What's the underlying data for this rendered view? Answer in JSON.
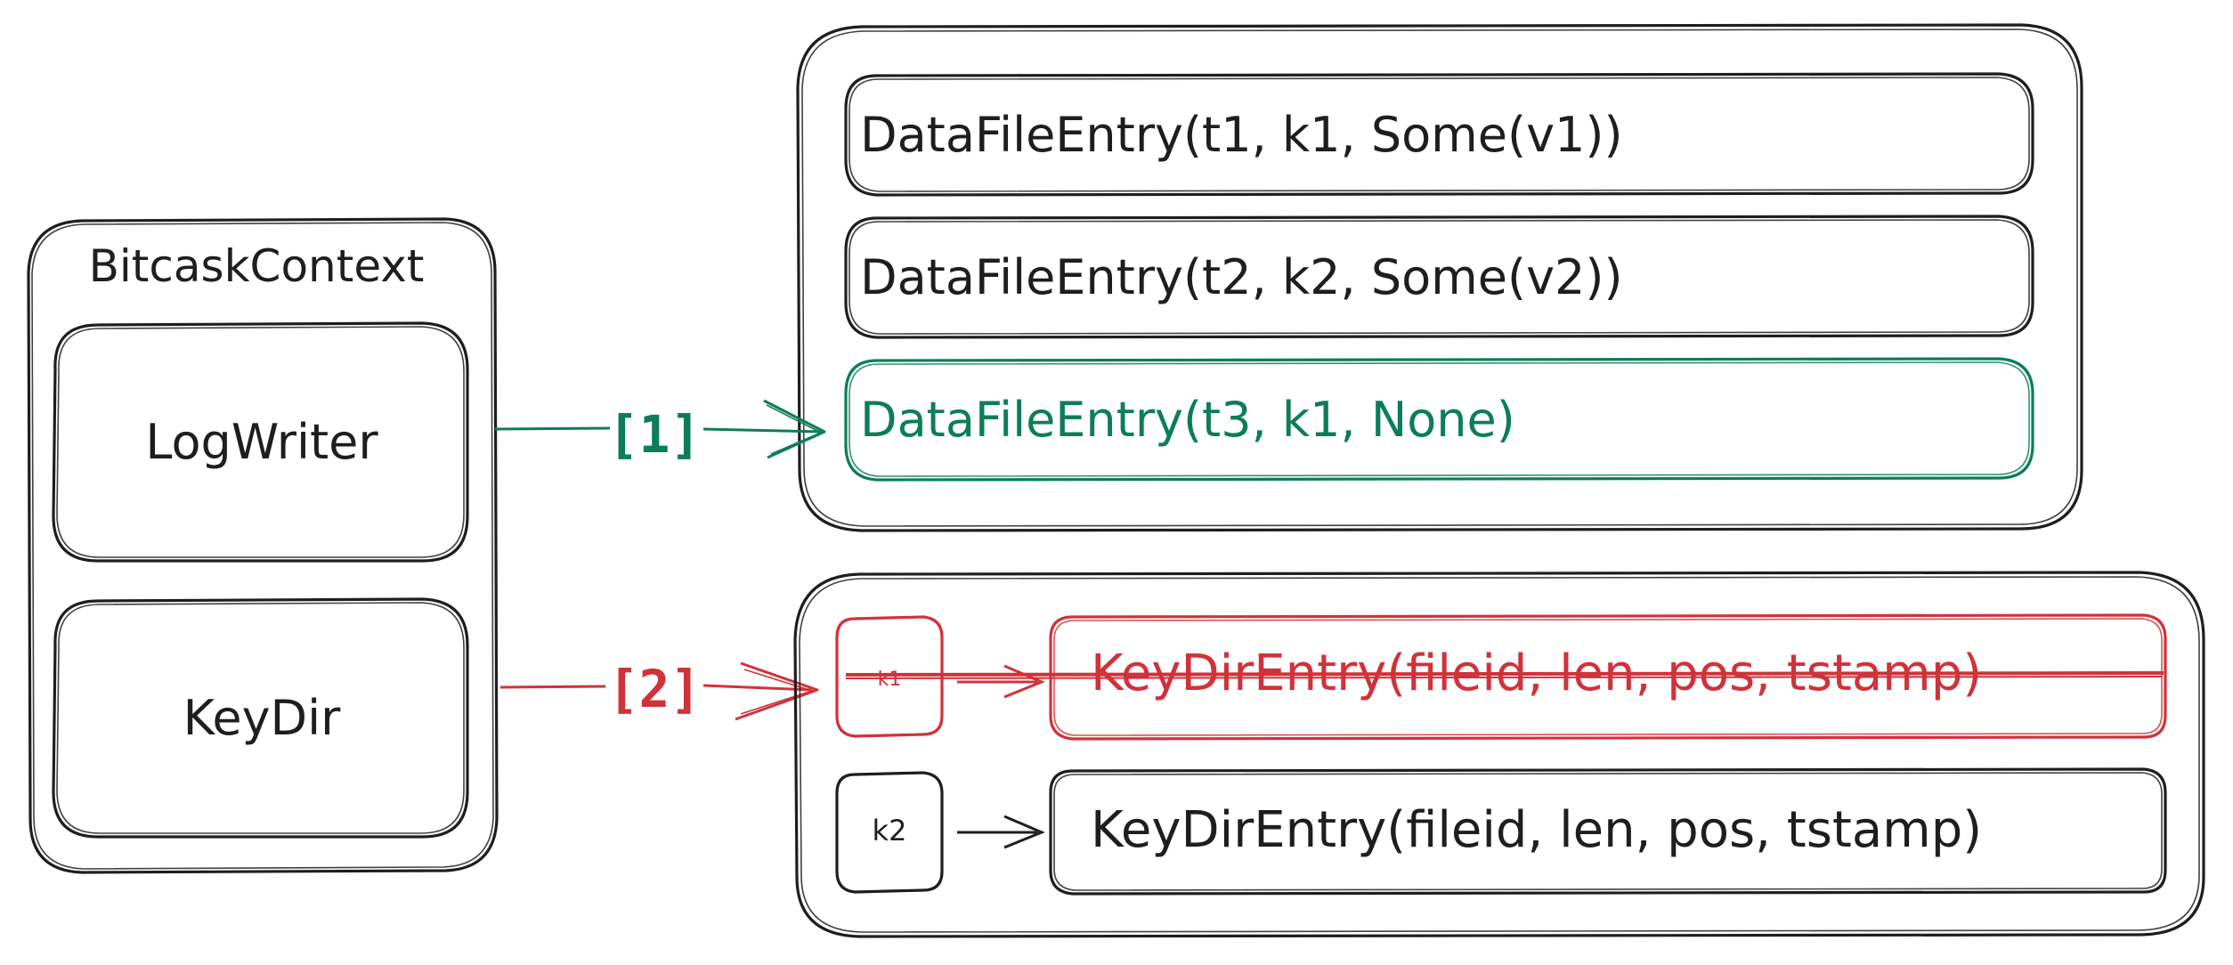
{
  "context": {
    "title": "BitcaskContext",
    "log_writer": "LogWriter",
    "key_dir": "KeyDir"
  },
  "data_file": {
    "entries": [
      {
        "label": "DataFileEntry(t1, k1, Some(v1))"
      },
      {
        "label": "DataFileEntry(t2, k2, Some(v2))"
      },
      {
        "label": "DataFileEntry(t3, k1, None)"
      }
    ]
  },
  "keydir": {
    "rows": [
      {
        "key": "k1",
        "entry": "KeyDirEntry(fileid, len, pos, tstamp)",
        "struck": true
      },
      {
        "key": "k2",
        "entry": "KeyDirEntry(fileid, len, pos, tstamp)",
        "struck": false
      }
    ]
  },
  "arrows": {
    "step1": "[1]",
    "step2": "[2]"
  },
  "colors": {
    "ink": "#1e1e1e",
    "green": "#0c7d5a",
    "red": "#d0323a"
  }
}
